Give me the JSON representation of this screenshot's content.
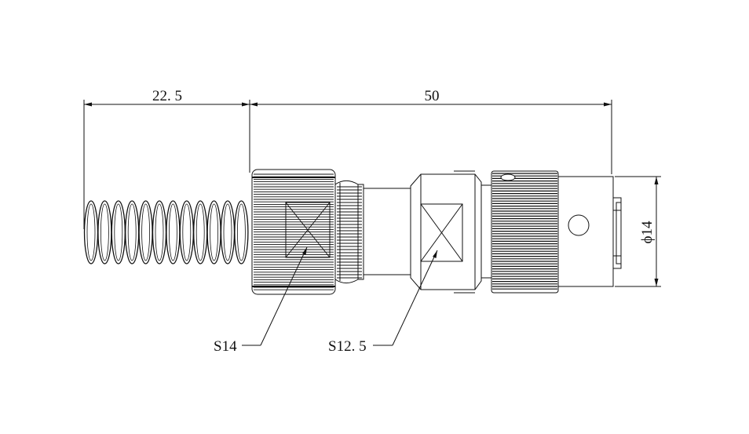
{
  "dimensions": {
    "cable_length": "22. 5",
    "body_length": "50",
    "diameter": "ϕ14"
  },
  "callouts": {
    "left_nut_size": "S14",
    "mid_hex_size": "S12. 5"
  },
  "colors": {
    "line": "#111111",
    "background": "#ffffff"
  }
}
